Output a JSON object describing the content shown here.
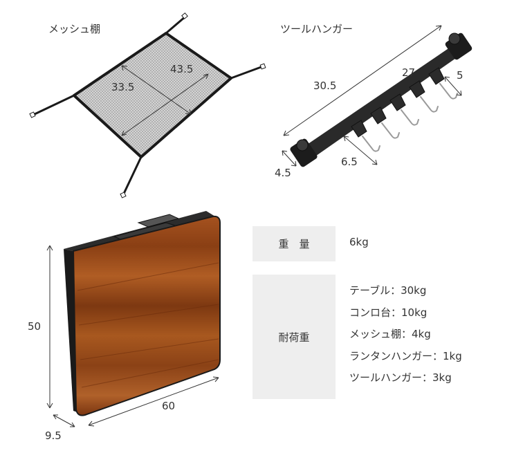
{
  "mesh_shelf": {
    "title": "メッシュ棚",
    "width_dim": "43.5",
    "depth_dim": "33.5"
  },
  "tool_hanger": {
    "title": "ツールハンガー",
    "total_length": "30.5",
    "inner_length": "27",
    "hook_depth": "5",
    "hook_spacing": "6.5",
    "end_width": "4.5"
  },
  "table": {
    "height_dim": "50",
    "width_dim": "60",
    "thickness_dim": "9.5"
  },
  "specs": {
    "weight_label": "重　量",
    "weight_value": "6kg",
    "load_label": "耐荷重",
    "load_items": [
      "テーブル：30kg",
      "コンロ台：10kg",
      "メッシュ棚：4kg",
      "ランタンハンガー：1kg",
      "ツールハンガー：3kg"
    ]
  }
}
